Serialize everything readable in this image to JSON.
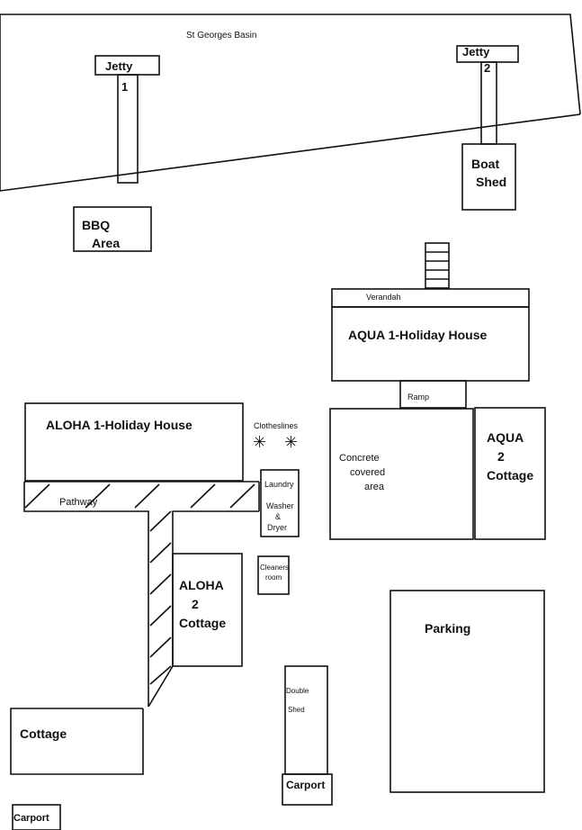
{
  "title": "St Georges Basin",
  "labels": {
    "jetty1": "Jetty",
    "jetty1_num": "1",
    "jetty2": "Jetty",
    "jetty2_num": "2",
    "boat_shed_1": "Boat",
    "boat_shed_2": "Shed",
    "bbq_1": "BBQ",
    "bbq_2": "Area",
    "verandah": "Verandah",
    "aqua1": "AQUA 1-Holiday House",
    "ramp": "Ramp",
    "concrete_1": "Concrete",
    "concrete_2": "covered",
    "concrete_3": "area",
    "aqua2_1": "AQUA",
    "aqua2_2": "2",
    "aqua2_3": "Cottage",
    "aloha1": "ALOHA 1-Holiday House",
    "clotheslines": "Clotheslines",
    "laundry_1": "Laundry",
    "laundry_2": "Washer",
    "laundry_3": "&",
    "laundry_4": "Dryer",
    "pathway": "Pathway",
    "cleaners_1": "Cleaners",
    "cleaners_2": "room",
    "aloha2_1": "ALOHA",
    "aloha2_2": "2",
    "aloha2_3": "Cottage",
    "parking": "Parking",
    "double_shed_1": "Double",
    "double_shed_2": "Shed",
    "cottage": "Cottage",
    "carport_right": "Carport",
    "carport_left": "Carport"
  },
  "clothesline_glyph": "✳",
  "colors": {
    "stroke": "#111111",
    "background": "#ffffff"
  }
}
